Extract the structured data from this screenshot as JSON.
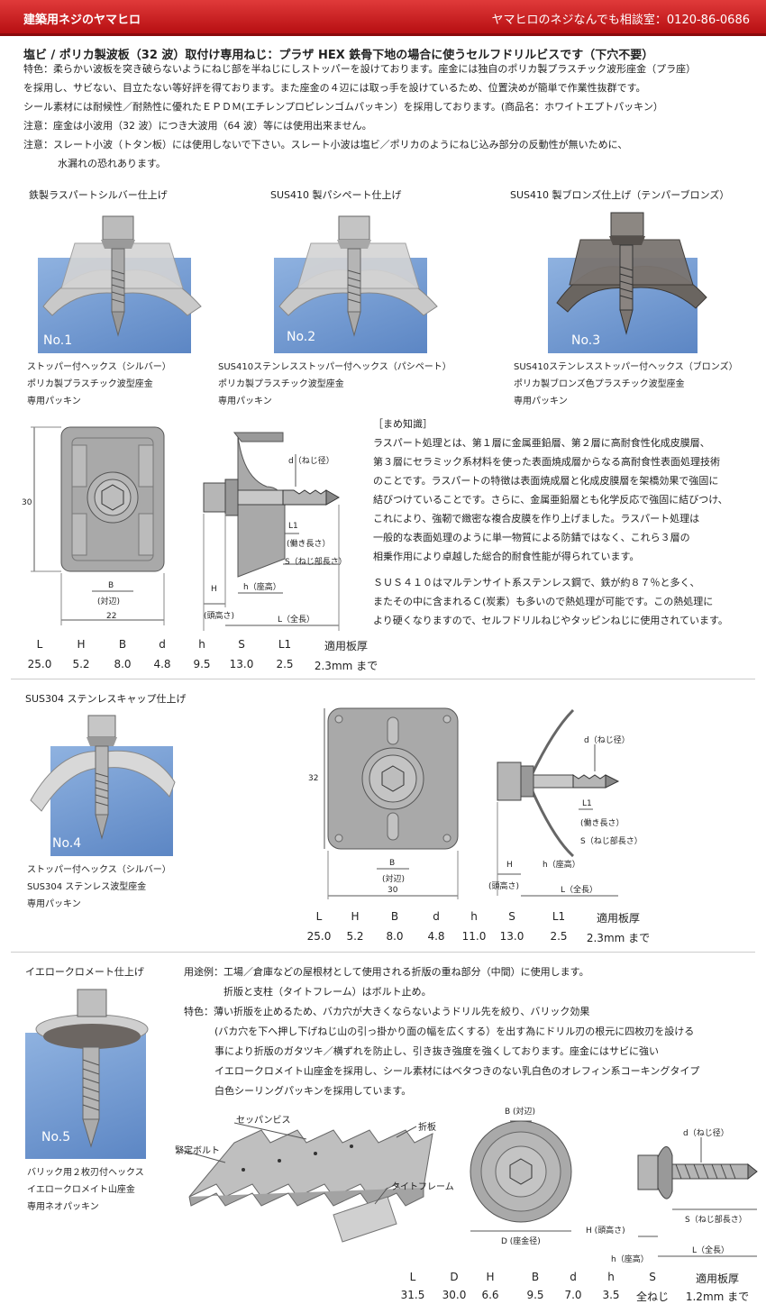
{
  "header": {
    "brand": "建築用ネジのヤマヒロ",
    "contact": "ヤマヒロのネジなんでも相談室：0120-86-0686"
  },
  "page_title": "塩ビ / ポリカ製波板（32 波）取付け専用ねじ：プラザ HEX 鉄骨下地の場合に使うセルフドリルビスです（下穴不要）",
  "intro": [
    "特色：柔らかい波板を突き破らないようにねじ部を半ねじにしストッパーを設けております。座金には独自のポリカ製プラスチック波形座金（プラ座）",
    "を採用し、サビない、目立たない等好評を得ております。また座金の４辺には取っ手を設けているため、位置決めが簡単で作業性抜群です。",
    "シール素材には耐候性／耐熱性に優れたＥＰＤＭ(エチレンプロピレンゴムパッキン）を採用しております。(商品名：ホワイトエプトパッキン）",
    "注意：座金は小波用（32 波）につき大波用（64 波）等には使用出来ません。",
    "注意：スレート小波（トタン板）には使用しないで下さい。スレート小波は塩ビ／ポリカのようにねじ込み部分の反動性が無いために、",
    "水漏れの恐れあります。"
  ],
  "products": [
    {
      "title": "鉄製ラスパートシルバー仕上げ",
      "num": "No.1",
      "desc": [
        "ストッパー付ヘックス（シルバー）",
        "ポリカ製プラスチック波型座金",
        "専用パッキン"
      ]
    },
    {
      "title": "SUS410 製パシペート仕上げ",
      "num": "No.2",
      "desc": [
        "SUS410ステンレスストッパー付ヘックス（パシペート）",
        "ポリカ製プラスチック波型座金",
        "専用パッキン"
      ]
    },
    {
      "title": "SUS410 製ブロンズ仕上げ（テンパーブロンズ）",
      "num": "No.3",
      "desc": [
        "SUS410ステンレスストッパー付ヘックス（ブロンズ）",
        "ポリカ製ブロンズ色プラスチック波型座金",
        "専用パッキン"
      ]
    },
    {
      "title": "SUS304 ステンレスキャップ仕上げ",
      "num": "No.4",
      "desc": [
        "ストッパー付ヘックス（シルバー）",
        "SUS304 ステンレス波型座金",
        "専用パッキン"
      ]
    },
    {
      "title": "イエロークロメート仕上げ",
      "num": "No.5",
      "desc": [
        "バリック用２枚刃付ヘックス",
        "イエロークロメイト山座金",
        "専用ネオパッキン"
      ]
    }
  ],
  "knowledge": {
    "heading": "［まめ知識］",
    "lines": [
      "ラスパート処理とは、第１層に金属亜鉛層、第２層に高耐食性化成皮膜層、",
      "第３層にセラミック系材料を使った表面焼成層からなる高耐食性表面処理技術",
      "のことです。ラスパートの特徴は表面焼成層と化成皮膜層を架橋効果で強固に",
      "結びつけていることです。さらに、金属亜鉛層とも化学反応で強固に結びつけ、",
      "これにより、強靭で緻密な複合皮膜を作り上げました。ラスパート処理は",
      "一般的な表面処理のように単一物質による防錆ではなく、これら３層の",
      "相乗作用により卓越した総合的耐食性能が得られています。"
    ],
    "sus_lines": [
      "ＳＵＳ４１０はマルテンサイト系ステンレス鋼で、鉄が約８７％と多く、",
      "またその中に含まれるＣ(炭素）も多いので熱処理が可能です。この熱処理に",
      "より硬くなりますので、セルフドリルねじやタッピンねじに使用されています。"
    ]
  },
  "dims": {
    "d": "d（ねじ径）",
    "l1": "L1",
    "l1_note": "(働き長さ）",
    "s": "S（ねじ部長さ）",
    "h": "H",
    "h_note": "(頭高さ)",
    "hh": "h（座高）",
    "l": "L（全長）",
    "b": "B",
    "b_note": "(対辺)",
    "w22": "22",
    "h30": "30",
    "w30": "30",
    "h32": "32",
    "b5": "B (対辺)",
    "d5": "D (座金径)",
    "h5": "H (頭高さ)",
    "hh5": "h（座高）",
    "s5": "S（ねじ部長さ）",
    "l5": "L（全長）",
    "d5n": "d（ねじ径）"
  },
  "spec1": {
    "headers": [
      "L",
      "H",
      "B",
      "d",
      "h",
      "S",
      "L1",
      "適用板厚"
    ],
    "values": [
      "25.0",
      "5.2",
      "8.0",
      "4.8",
      "9.5",
      "13.0",
      "2.5",
      "2.3mm まで"
    ]
  },
  "spec2": {
    "headers": [
      "L",
      "H",
      "B",
      "d",
      "h",
      "S",
      "L1",
      "適用板厚"
    ],
    "values": [
      "25.0",
      "5.2",
      "8.0",
      "4.8",
      "11.0",
      "13.0",
      "2.5",
      "2.3mm まで"
    ]
  },
  "spec3": {
    "headers": [
      "L",
      "D",
      "H",
      "B",
      "d",
      "h",
      "S",
      "適用板厚"
    ],
    "values": [
      "31.5",
      "30.0",
      "6.6",
      "9.5",
      "7.0",
      "3.5",
      "全ねじ",
      "1.2mm まで"
    ]
  },
  "usage": [
    "用途例：工場／倉庫などの屋根材として使用される折版の重ね部分（中間）に使用します。",
    "折版と支柱（タイトフレーム）はボルト止め。",
    "特色：薄い折版を止めるため、バカ穴が大きくならないようドリル先を絞り、バリック効果",
    "(バカ穴を下へ押し下げねじ山の引っ掛かり面の幅を広くする）を出す為にドリル刃の根元に四枚刃を設ける",
    "事により折版のガタツキ／横ずれを防止し、引き抜き強度を強くしております。座金にはサビに強い",
    "イエロークロメイト山座金を採用し、シール素材にはベタつきのない乳白色のオレフィン系コーキングタイプ",
    "白色シーリングパッキンを採用しています。"
  ],
  "roof_labels": {
    "screw": "セッパンビス",
    "bolt": "緊定ボルト",
    "sheet": "折板",
    "frame": "タイトフレーム"
  }
}
